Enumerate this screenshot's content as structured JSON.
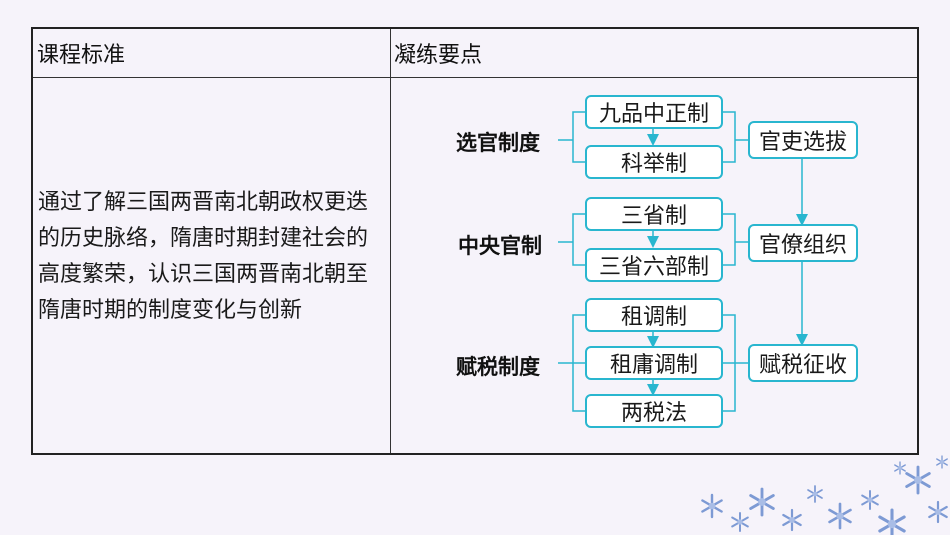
{
  "header": {
    "left": "课程标准",
    "right": "凝练要点"
  },
  "standard_text": "通过了解三国两晋南北朝政权更迭的历史脉络，隋唐时期封建社会的高度繁荣，认识三国两晋南北朝至隋唐时期的制度变化与创新",
  "groups": {
    "official_selection": {
      "label": "选官制度",
      "items": [
        "九品中正制",
        "科举制"
      ],
      "result": "官吏选拔"
    },
    "central_officials": {
      "label": "中央官制",
      "items": [
        "三省制",
        "三省六部制"
      ],
      "result": "官僚组织"
    },
    "taxation": {
      "label": "赋税制度",
      "items": [
        "租调制",
        "租庸调制",
        "两税法"
      ],
      "result": "赋税征收"
    }
  },
  "colors": {
    "accent": "#29b6cf",
    "background": "#f6f3fa",
    "flake": "#7d9ad4"
  }
}
